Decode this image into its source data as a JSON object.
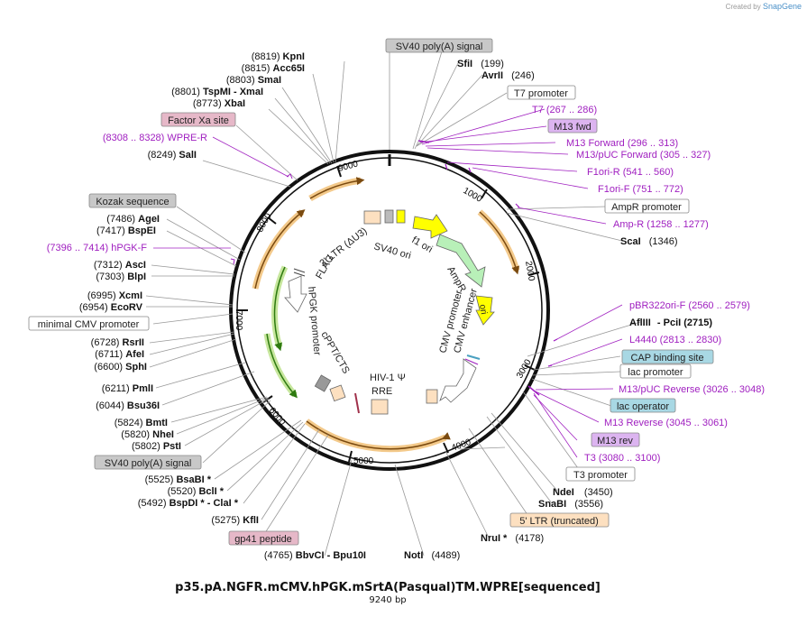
{
  "credit": {
    "prefix": "Created by",
    "brand": "SnapGene"
  },
  "title": "p35.pA.NGFR.mCMV.hPGK.mSrtA(Pasqual)TM.WPRE[sequenced]",
  "length_label": "9240 bp",
  "ticks": [
    "1000",
    "2000",
    "3000",
    "4000",
    "5000",
    "6000",
    "7000",
    "8000",
    "9000"
  ],
  "inner_labels": [
    "3' LTR (ΔU3)",
    "SV40 ori",
    "f1 ori",
    "AmpR",
    "ori",
    "CMV promoter",
    "CMV enhancer",
    "HIV-1 Ψ",
    "RRE",
    "cPPT/CTS",
    "hPGK promoter",
    "FLAG"
  ],
  "enzymes": [
    {
      "pre": "(8819)",
      "name": "KpnI",
      "post": ""
    },
    {
      "pre": "(8815)",
      "name": "Acc65I",
      "post": ""
    },
    {
      "pre": "(8803)",
      "name": "SmaI",
      "post": ""
    },
    {
      "pre": "(8801)",
      "name": "TspMI",
      "post": "- XmaI"
    },
    {
      "pre": "(8773)",
      "name": "XbaI",
      "post": ""
    },
    {
      "pre": "(8249)",
      "name": "SalI",
      "post": ""
    },
    {
      "pre": "(7486)",
      "name": "AgeI",
      "post": ""
    },
    {
      "pre": "(7417)",
      "name": "BspEI",
      "post": ""
    },
    {
      "pre": "(7312)",
      "name": "AscI",
      "post": ""
    },
    {
      "pre": "(7303)",
      "name": "BlpI",
      "post": ""
    },
    {
      "pre": "(6995)",
      "name": "XcmI",
      "post": ""
    },
    {
      "pre": "(6954)",
      "name": "EcoRV",
      "post": ""
    },
    {
      "pre": "(6728)",
      "name": "RsrII",
      "post": ""
    },
    {
      "pre": "(6711)",
      "name": "AfeI",
      "post": ""
    },
    {
      "pre": "(6600)",
      "name": "SphI",
      "post": ""
    },
    {
      "pre": "(6211)",
      "name": "PmlI",
      "post": ""
    },
    {
      "pre": "(6044)",
      "name": "Bsu36I",
      "post": ""
    },
    {
      "pre": "(5824)",
      "name": "BmtI",
      "post": ""
    },
    {
      "pre": "(5820)",
      "name": "NheI",
      "post": ""
    },
    {
      "pre": "(5802)",
      "name": "PstI",
      "post": ""
    },
    {
      "pre": "(5525)",
      "name": "BsaBI *",
      "post": ""
    },
    {
      "pre": "(5520)",
      "name": "BclI *",
      "post": ""
    },
    {
      "pre": "(5492)",
      "name": "BspDI *",
      "post": "- ClaI *"
    },
    {
      "pre": "(5275)",
      "name": "KflI",
      "post": ""
    },
    {
      "pre": "(4765)",
      "name": "BbvCI",
      "post": "- Bpu10I"
    },
    {
      "pre": "",
      "name": "NotI",
      "post": "(4489)"
    },
    {
      "pre": "",
      "name": "NruI *",
      "post": "(4178)"
    },
    {
      "pre": "",
      "name": "SnaBI",
      "post": "(3556)"
    },
    {
      "pre": "",
      "name": "NdeI",
      "post": "(3450)"
    },
    {
      "pre": "",
      "name": "ScaI",
      "post": "(1346)"
    },
    {
      "pre": "",
      "name": "AflIII",
      "post": "- PciI   (2715)"
    },
    {
      "pre": "",
      "name": "SfiI",
      "post": "(199)"
    },
    {
      "pre": "",
      "name": "AvrII",
      "post": "(246)"
    }
  ],
  "primers": [
    {
      "text": "(8308 .. 8328)  WPRE-R"
    },
    {
      "text": "(7396 .. 7414)  hPGK-F"
    },
    {
      "text": "T7    (267 .. 286)"
    },
    {
      "text": "M13 Forward    (296 .. 313)"
    },
    {
      "text": "M13/pUC Forward    (305 .. 327)"
    },
    {
      "text": "F1ori-R    (541 .. 560)"
    },
    {
      "text": "F1ori-F    (751 .. 772)"
    },
    {
      "text": "Amp-R    (1258 .. 1277)"
    },
    {
      "text": "pBR322ori-F    (2560 .. 2579)"
    },
    {
      "text": "L4440    (2813 .. 2830)"
    },
    {
      "text": "M13/pUC Reverse    (3026 .. 3048)"
    },
    {
      "text": "M13 Reverse    (3045 .. 3061)"
    },
    {
      "text": "T3    (3080 .. 3100)"
    }
  ],
  "features": [
    {
      "text": "SV40 poly(A) signal",
      "kind": "gray"
    },
    {
      "text": "T7 promoter",
      "kind": "white"
    },
    {
      "text": "M13 fwd",
      "kind": "purple"
    },
    {
      "text": "AmpR promoter",
      "kind": "white"
    },
    {
      "text": "CAP binding site",
      "kind": "blue"
    },
    {
      "text": "lac promoter",
      "kind": "white"
    },
    {
      "text": "lac operator",
      "kind": "blue"
    },
    {
      "text": "M13 rev",
      "kind": "purple"
    },
    {
      "text": "T3 promoter",
      "kind": "white"
    },
    {
      "text": "5' LTR (truncated)",
      "kind": "orange"
    },
    {
      "text": "gp41 peptide",
      "kind": "pink"
    },
    {
      "text": "SV40 poly(A) signal",
      "kind": "gray"
    },
    {
      "text": "minimal CMV promoter",
      "kind": "white"
    },
    {
      "text": "Kozak sequence",
      "kind": "gray"
    },
    {
      "text": "Factor Xa site",
      "kind": "pink"
    }
  ],
  "colors": {
    "backbone": "#111111",
    "primer": "#a020c0",
    "leader": "#999999",
    "gray_box": "#c8c8c8",
    "pink_box": "#e6b8c8",
    "purple_box": "#dcb4f0",
    "blue_box": "#a8d8e4",
    "orange_box": "#fde0c0",
    "ampr": "#b8f0b8",
    "ori": "#ffff00",
    "orange_arc": "#e8a040",
    "green_arc": "#70c040"
  }
}
